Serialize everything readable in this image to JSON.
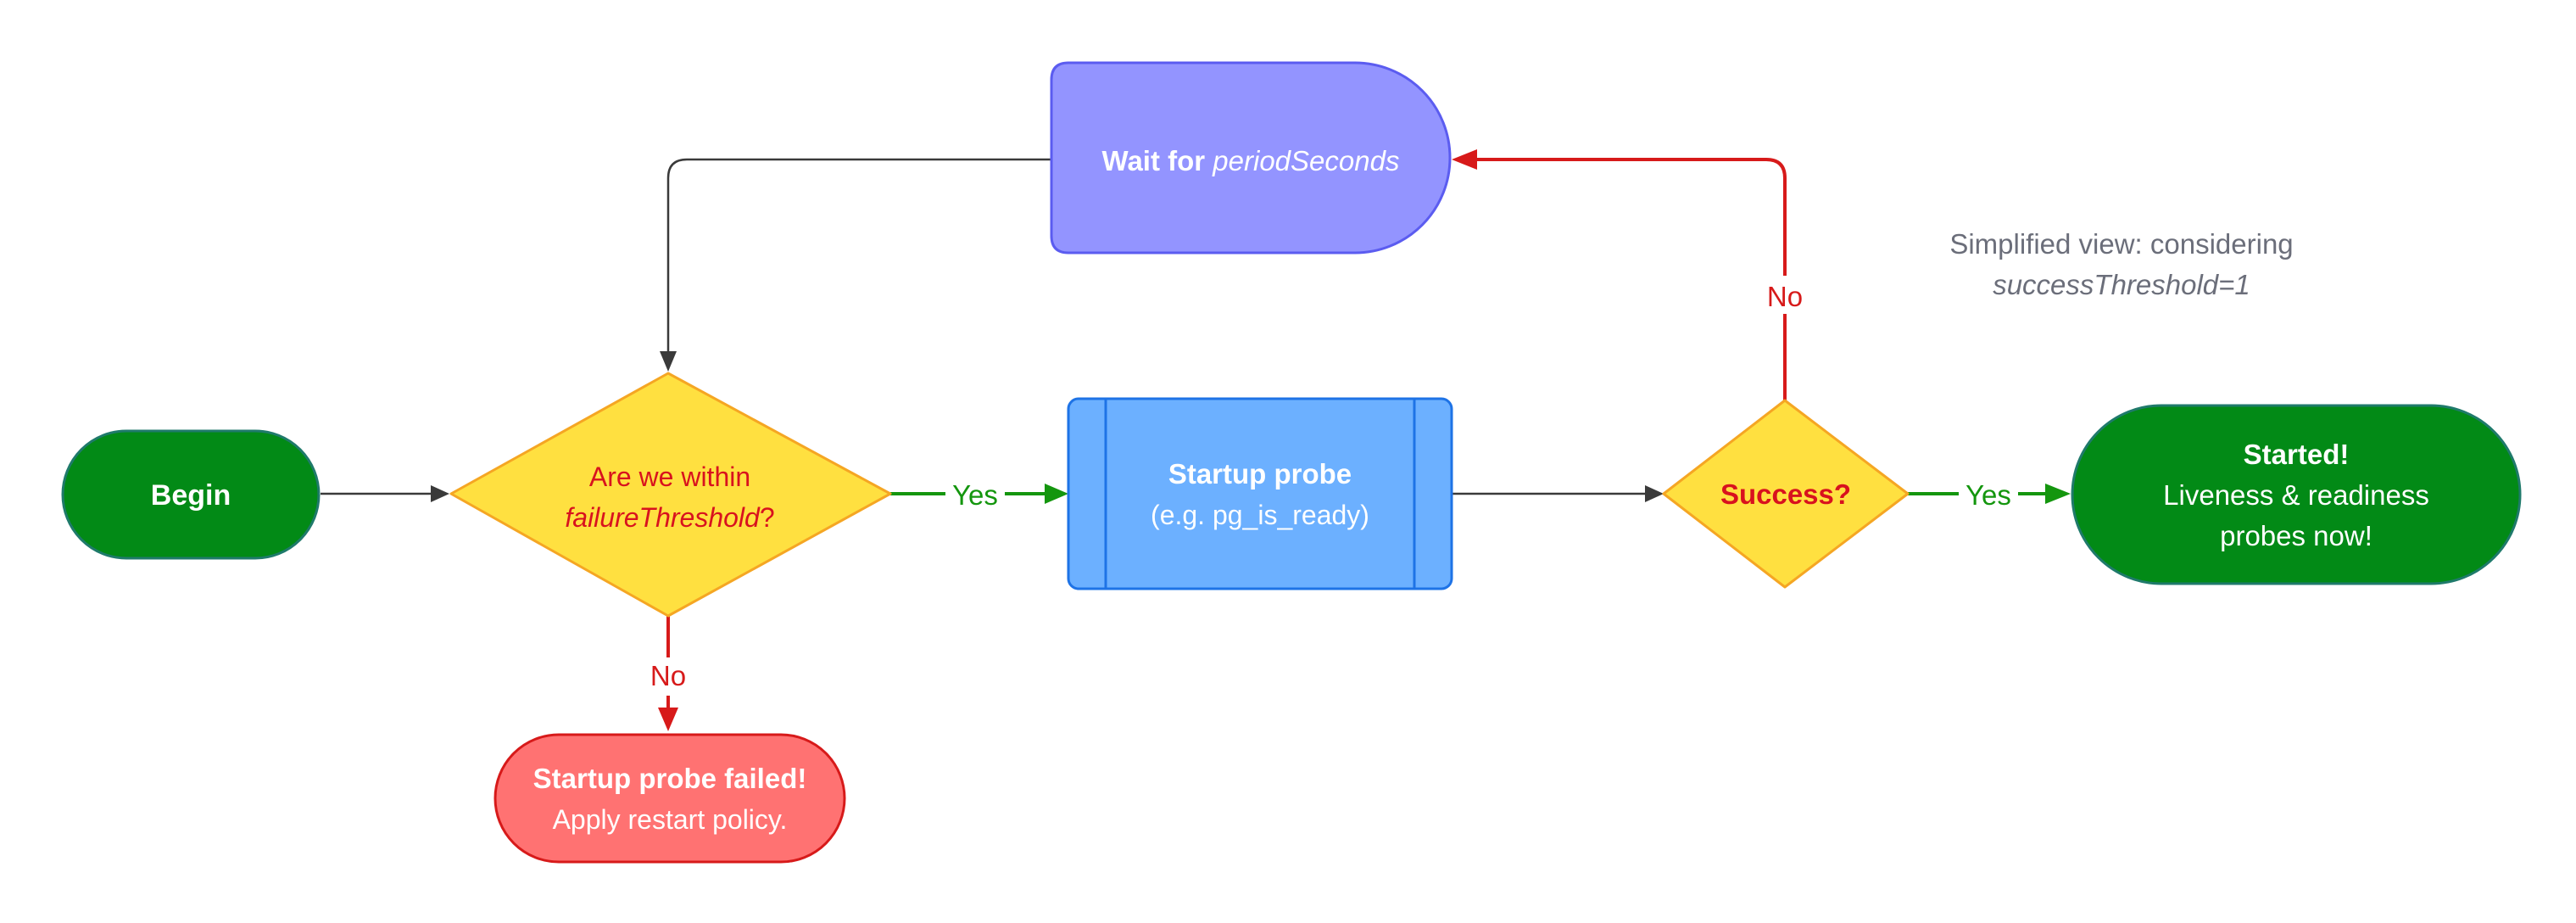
{
  "colors": {
    "begin_fill": "#028a16",
    "begin_stroke": "#1f7a6b",
    "decision_fill": "#ffe040",
    "decision_stroke": "#f5a623",
    "decision_text": "#d8121e",
    "wait_fill": "#9394ff",
    "wait_stroke": "#5b5cf0",
    "probe_fill": "#6cb0ff",
    "probe_stroke": "#1e73e6",
    "failed_fill": "#ff7272",
    "failed_stroke": "#d71a1a",
    "yes_edge": "#14960e",
    "no_edge": "#d71a1a",
    "plain_edge": "#3a3a3a",
    "note_text": "#6b6e7a"
  },
  "nodes": {
    "begin": {
      "label": "Begin"
    },
    "within_threshold": {
      "line1": "Are we within",
      "line2_italic": "failureThreshold",
      "line2_suffix": "?"
    },
    "wait": {
      "bold": "Wait for",
      "italic": "periodSeconds"
    },
    "startup_probe": {
      "title": "Startup probe",
      "subtitle": "(e.g. pg_is_ready)"
    },
    "success": {
      "label": "Success?"
    },
    "started": {
      "title": "Started!",
      "line2": "Liveness & readiness",
      "line3": "probes now!"
    },
    "failed": {
      "title": "Startup probe failed!",
      "subtitle": "Apply restart policy."
    }
  },
  "edges": {
    "yes_to_probe": "Yes",
    "no_to_failed": "No",
    "yes_to_started": "Yes",
    "no_to_wait": "No"
  },
  "note": {
    "line1": "Simplified view: considering",
    "line2": "successThreshold=1"
  }
}
